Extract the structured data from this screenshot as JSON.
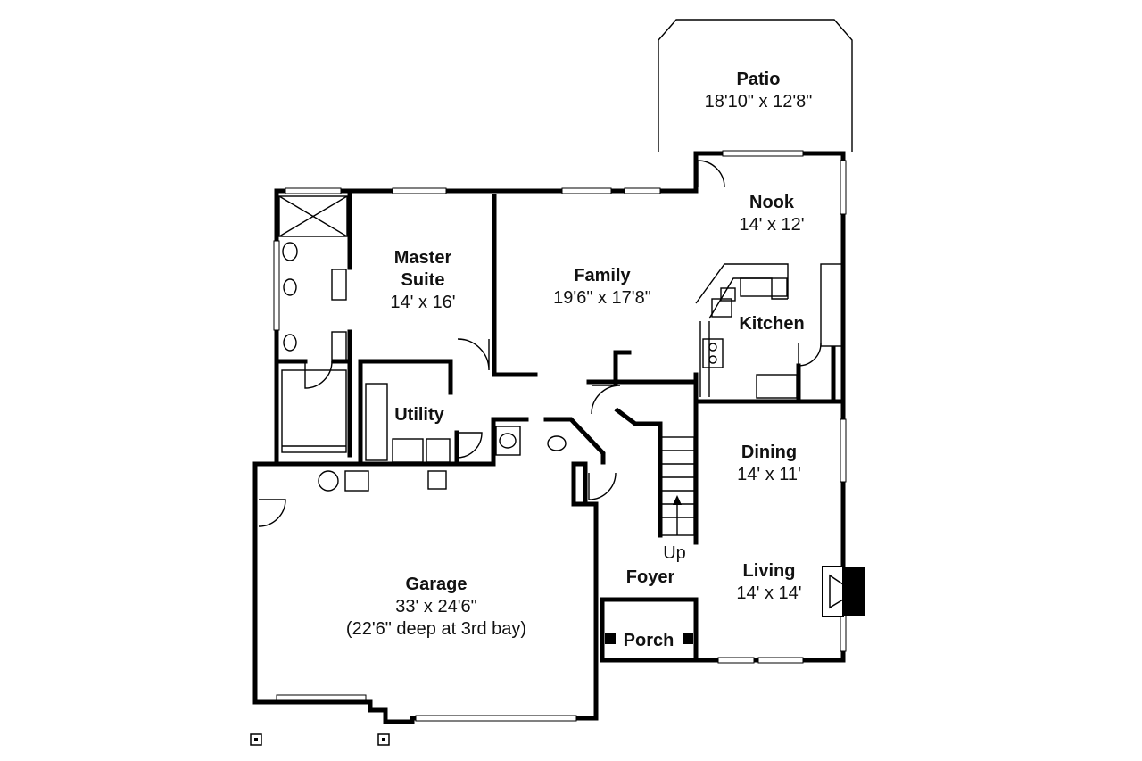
{
  "rooms": {
    "patio": {
      "name": "Patio",
      "size": "18'10\" x 12'8\""
    },
    "nook": {
      "name": "Nook",
      "size": "14' x 12'"
    },
    "master": {
      "name_line1": "Master",
      "name_line2": "Suite",
      "size": "14' x 16'"
    },
    "family": {
      "name": "Family",
      "size": "19'6\" x 17'8\""
    },
    "kitchen": {
      "name": "Kitchen"
    },
    "utility": {
      "name": "Utility"
    },
    "dining": {
      "name": "Dining",
      "size": "14' x 11'"
    },
    "living": {
      "name": "Living",
      "size": "14' x 14'"
    },
    "garage": {
      "name": "Garage",
      "size": "33' x 24'6\"",
      "note": "(22'6\" deep at 3rd bay)"
    },
    "foyer": {
      "name": "Foyer"
    },
    "porch": {
      "name": "Porch"
    }
  },
  "stair": {
    "label": "Up"
  }
}
